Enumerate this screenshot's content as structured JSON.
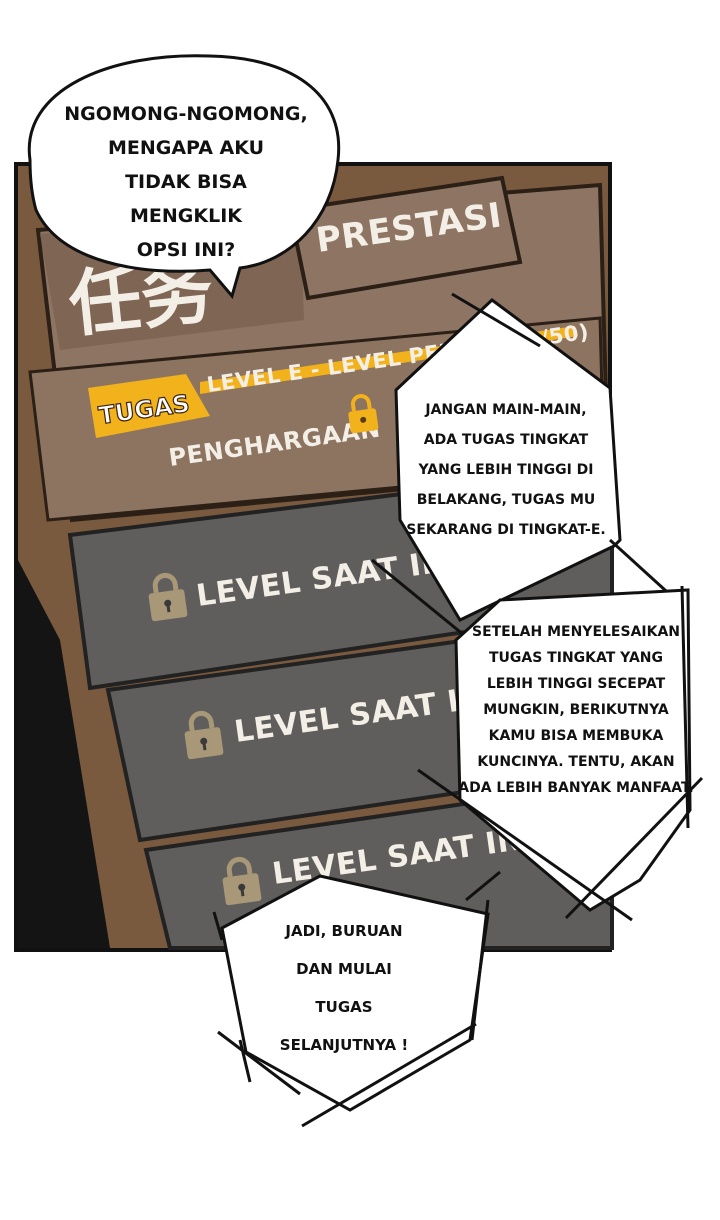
{
  "panel": {
    "tab_prestasi": "PRESTASI",
    "title_kanji": "任务",
    "tag_tugas": "TUGAS",
    "level_title": "LEVEL E - LEVEL PEMULA (1/50)",
    "reward_label": "PENGHARGAAN",
    "locked_rows": [
      {
        "label": "LEVEL SAAT INI"
      },
      {
        "label": "LEVEL SAAT INI"
      },
      {
        "label": "LEVEL SAAT INI"
      }
    ]
  },
  "bubbles": {
    "speech_top": [
      "NGOMONG-NGOMONG,",
      "MENGAPA AKU",
      "TIDAK BISA",
      "MENGKLIK",
      "OPSI INI?"
    ],
    "system_1": [
      "JANGAN MAIN-MAIN,",
      "ADA TUGAS TINGKAT",
      "YANG LEBIH TINGGI DI",
      "BELAKANG, TUGAS MU",
      "SEKARANG DI TINGKAT-E."
    ],
    "system_2": [
      "SETELAH MENYELESAIKAN",
      "TUGAS TINGKAT YANG",
      "LEBIH TINGGI SECEPAT",
      "MUNGKIN, BERIKUTNYA",
      "KAMU BISA MEMBUKA",
      "KUNCINYA. TENTU, AKAN",
      "ADA LEBIH BANYAK MANFAAT."
    ],
    "system_3": [
      "JADI, BURUAN",
      "DAN MULAI",
      "TUGAS",
      "SELANJUTNYA !"
    ]
  },
  "colors": {
    "panel_bg": "#7a5a3e",
    "card_tan": "#8e7563",
    "row_gray": "#5f5e5c",
    "tag_yellow": "#f2b21c",
    "lock_color": "#a89878"
  },
  "icons": {
    "lock": "lock-icon"
  }
}
